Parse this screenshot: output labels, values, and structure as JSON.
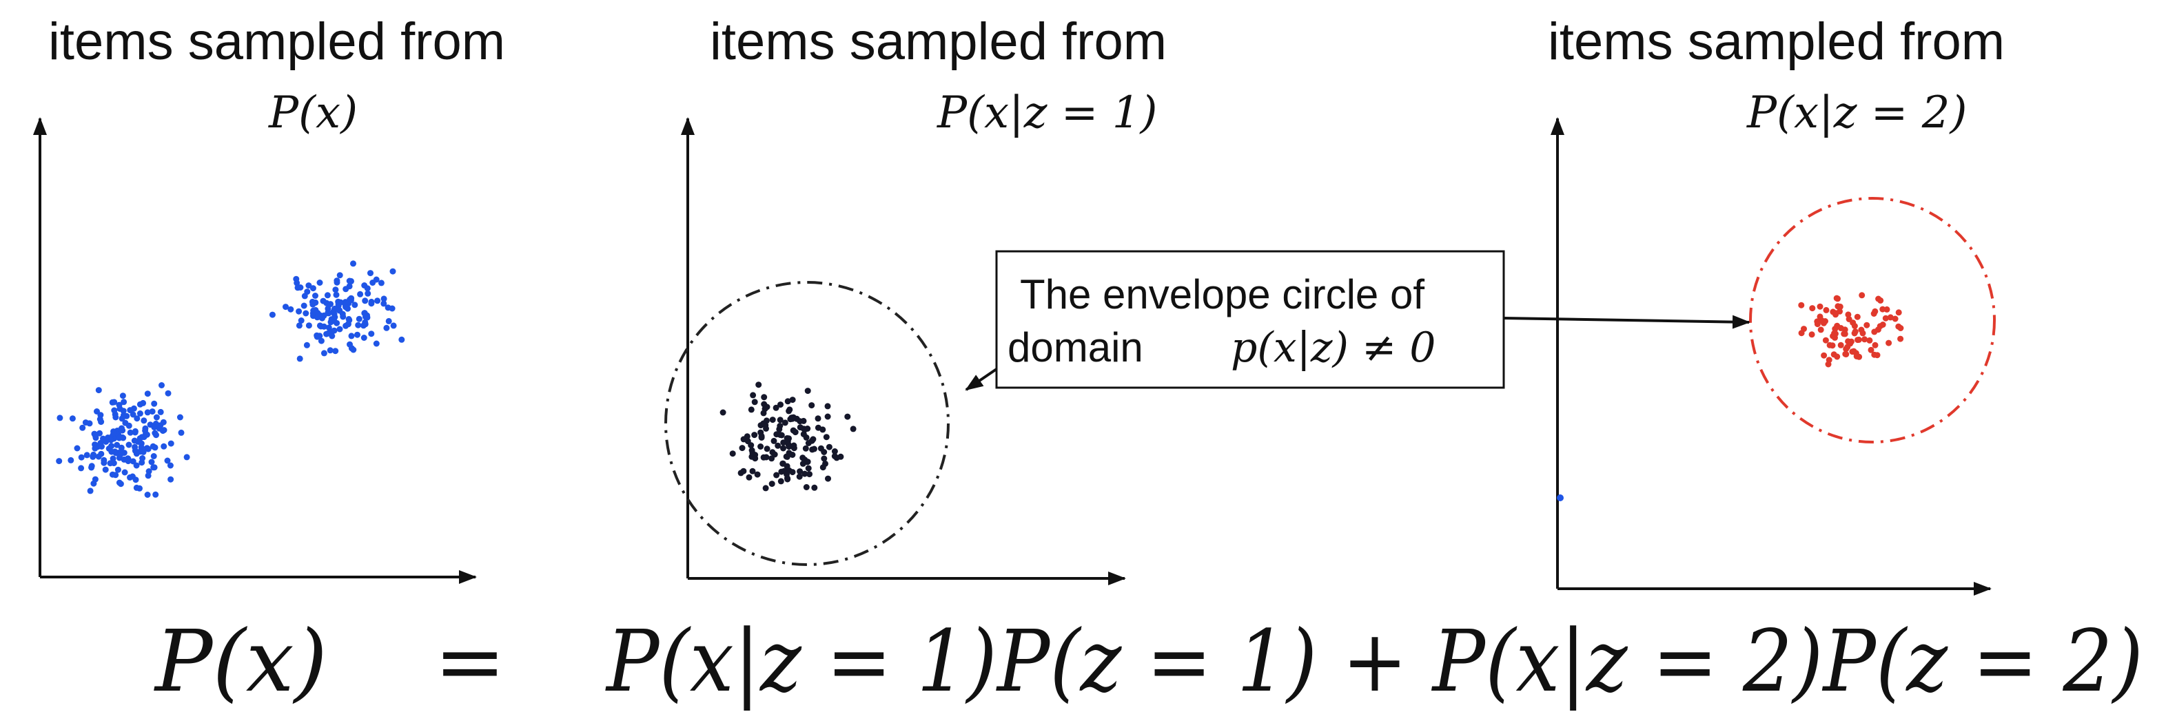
{
  "panels": [
    {
      "heading": "items sampled from",
      "formula": "P(x)",
      "color": "#1f55e6"
    },
    {
      "heading": "items sampled from",
      "formula": "P(x|z = 1)",
      "color": "#15172a"
    },
    {
      "heading": "items sampled from",
      "formula": "P(x|z = 2)",
      "color": "#e0392c"
    }
  ],
  "callout": {
    "line1": "The envelope circle of",
    "line2_text": "domain",
    "line2_math": "p(x|z) ≠ 0"
  },
  "equation": {
    "lhs": "P(x)",
    "equals": "=",
    "rhs": "P(x|z = 1)P(z = 1) + P(x|z = 2)P(z = 2)"
  },
  "colors": {
    "cluster_blue": "#1f55e6",
    "cluster_black": "#15172a",
    "cluster_red": "#e0392c",
    "envelope_black": "#222222",
    "envelope_red": "#e0392c"
  }
}
